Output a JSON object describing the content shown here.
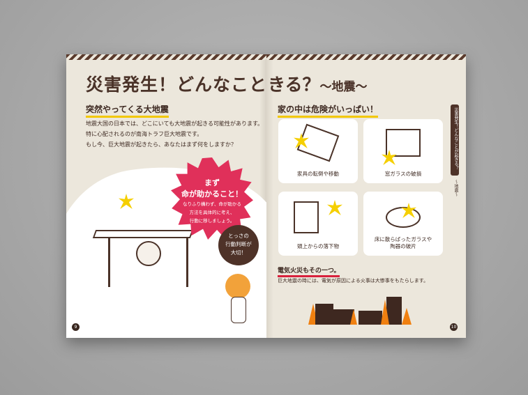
{
  "left_page": {
    "title": "災害発生！どんなことが起",
    "section_heading": "突然やってくる大地震",
    "body_lines": [
      "地震大国の日本では、どこにいても大地震が起きる可能性があります。",
      "特に心配されるのが南海トラフ巨大地震です。",
      "もし今、巨大地震が起きたら、あなたはまず何をしますか？"
    ],
    "burst": {
      "line1": "まず",
      "line2": "命が助かること！",
      "lines": [
        "なりふり構わず、命が助かる",
        "方法を具体的に考え、",
        "行動に移しましょう。"
      ]
    },
    "bubble": [
      "とっさの",
      "行動判断が",
      "大切！"
    ],
    "page_number": "9"
  },
  "right_page": {
    "title": "きる？",
    "title_sub": "～地震～",
    "section_heading": "家の中は危険がいっぱい！",
    "cards": [
      {
        "caption": "家具の転倒や移動"
      },
      {
        "caption": "窓ガラスの破損"
      },
      {
        "caption": "頭上からの落下物"
      },
      {
        "caption": "床に散らばったガラスや\n陶器の破片"
      }
    ],
    "fire_heading": "電気火災もその一つ。",
    "fire_body": "巨大地震の時には、電気が原因による火事は大惨事をもたらします。",
    "side_tab": "災害発生！どんなことが起きる？",
    "side_sub": "～地震～",
    "page_number": "10"
  },
  "colors": {
    "brown": "#4a3228",
    "accent_pink": "#e0305a",
    "yellow": "#f2c800",
    "fire_orange": "#f08010"
  }
}
